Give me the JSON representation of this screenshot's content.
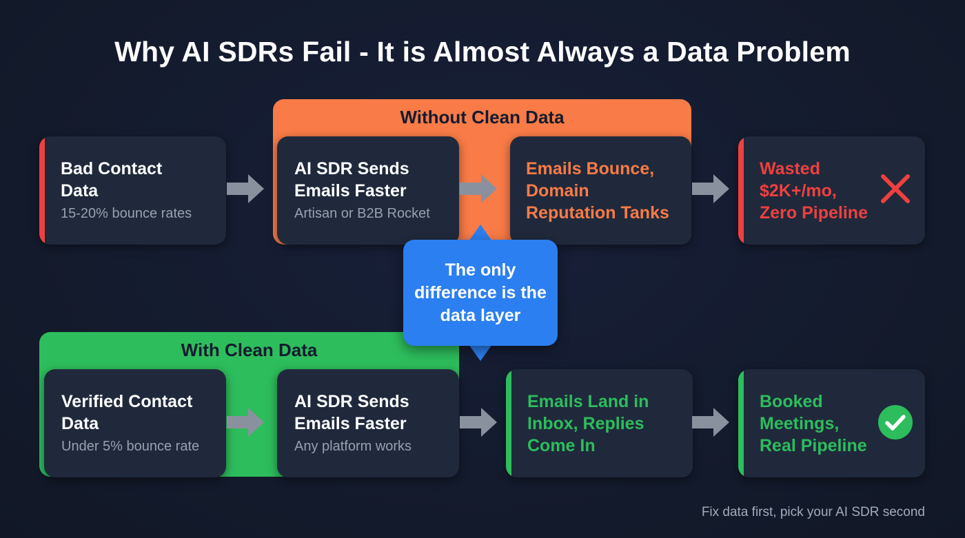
{
  "title": "Why AI SDRs Fail - It is Almost Always a Data Problem",
  "colors": {
    "background": "#141b2e",
    "card": "#1f293b",
    "orange": "#f97b47",
    "red": "#ef4040",
    "green": "#2dbd5c",
    "blue": "#2b7ff0",
    "arrow": "#8a919e",
    "subtext": "#97a1b0"
  },
  "top_row": {
    "group_label": "Without Clean Data",
    "cards": [
      {
        "heading": "Bad Contact Data",
        "sub": "15-20% bounce rates"
      },
      {
        "heading": "AI SDR Sends Emails Faster",
        "sub": "Artisan or B2B Rocket"
      },
      {
        "heading": "Emails Bounce, Domain Reputation Tanks"
      },
      {
        "heading": "Wasted $2K+/mo, Zero Pipeline",
        "icon": "x-mark-icon"
      }
    ]
  },
  "callout": {
    "text": "The only difference is the data layer"
  },
  "bottom_row": {
    "group_label": "With Clean Data",
    "cards": [
      {
        "heading": "Verified Contact Data",
        "sub": "Under 5% bounce rate"
      },
      {
        "heading": "AI SDR Sends Emails Faster",
        "sub": "Any platform works"
      },
      {
        "heading": "Emails Land in Inbox, Replies Come In"
      },
      {
        "heading": "Booked Meetings, Real Pipeline",
        "icon": "check-circle-icon"
      }
    ]
  },
  "footer_note": "Fix data first, pick your AI SDR second"
}
